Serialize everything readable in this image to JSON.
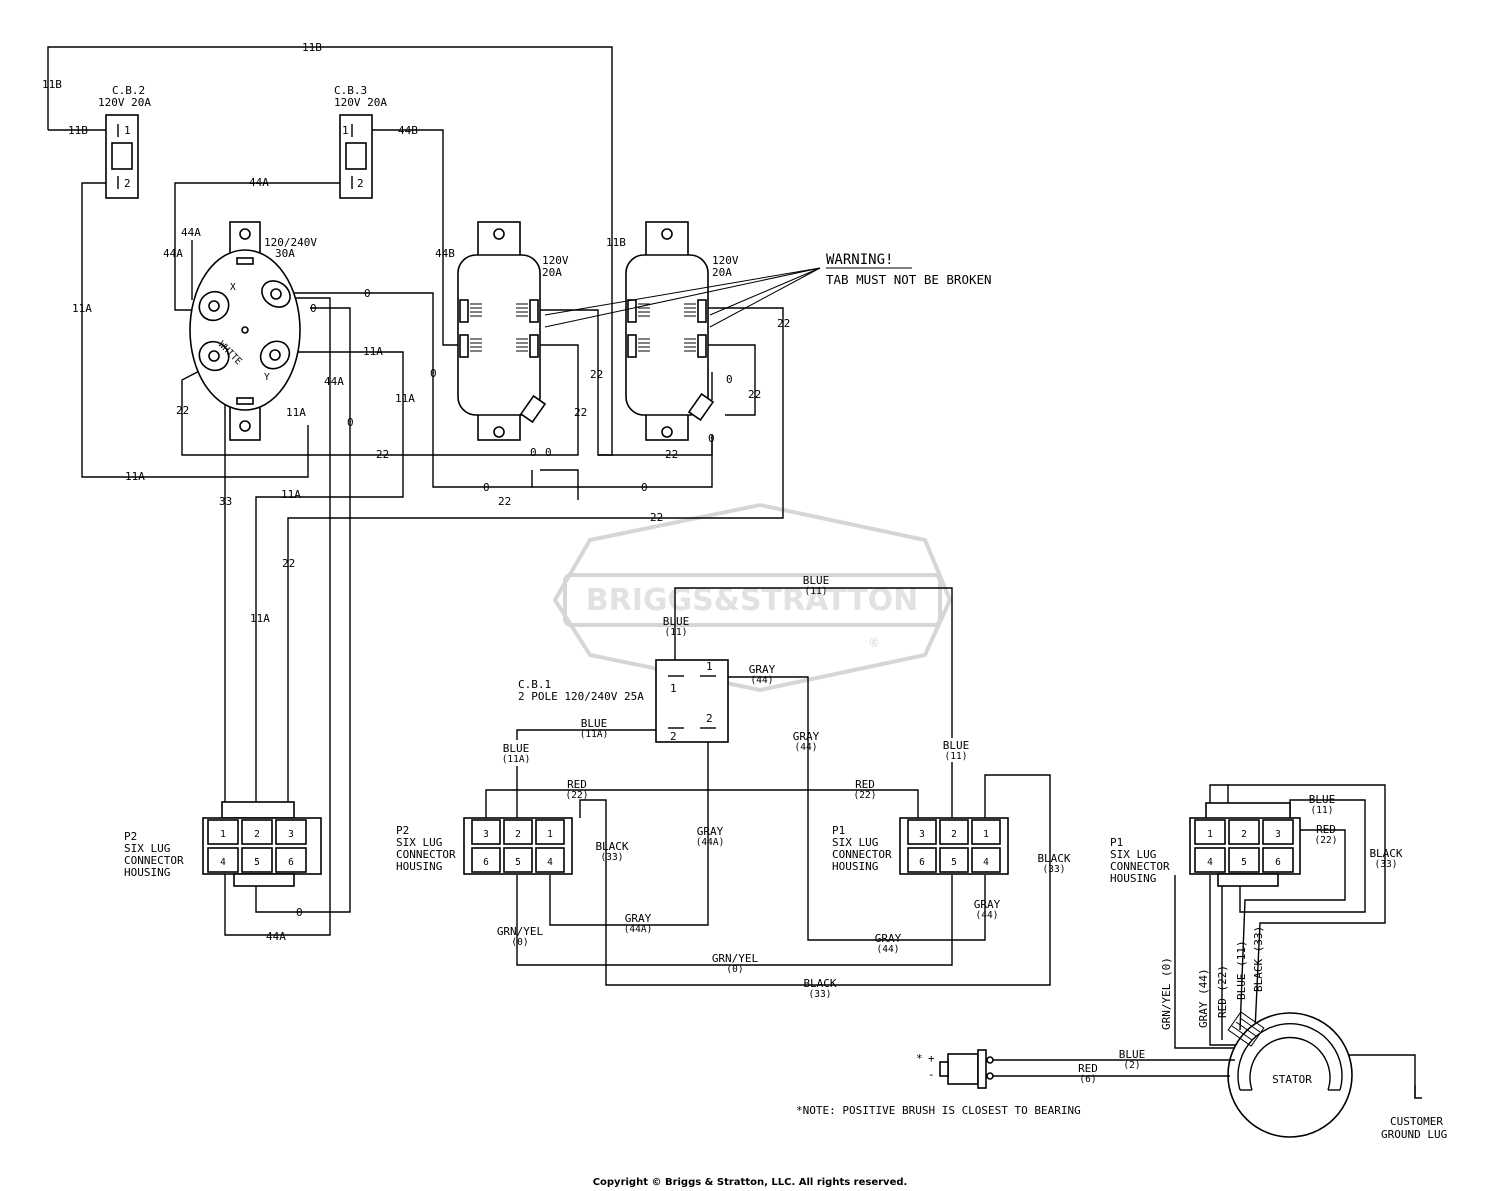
{
  "circuit_breakers": {
    "cb2": {
      "name": "C.B.2",
      "rating": "120V  20A",
      "term1": "1",
      "term2": "2"
    },
    "cb3": {
      "name": "C.B.3",
      "rating": "120V  20A",
      "term1": "1",
      "term2": "2"
    },
    "cb1": {
      "name": "C.B.1",
      "rating": "2 POLE 120/240V 25A",
      "term1": "1",
      "term2": "2"
    }
  },
  "twistlock": {
    "rating1": "120/240V",
    "rating2": "30A",
    "x_mark": "X",
    "white_mark": "WHITE",
    "y_mark": "Y"
  },
  "duplex1": {
    "rating1": "120V",
    "rating2": "20A"
  },
  "duplex2": {
    "rating1": "120V",
    "rating2": "20A"
  },
  "warning": {
    "title": "WARNING!",
    "text": "TAB MUST NOT BE BROKEN"
  },
  "watermark": {
    "text": "BRIGGS&STRATTON",
    "reg": "®"
  },
  "wire_labels": {
    "top_11b": "11B",
    "left_11b": "11B",
    "cb2_11b": "11B",
    "cb3_44b": "44B",
    "mid_44a": "44A",
    "tl_44a_a": "44A",
    "tl_44a_b": "44A",
    "left_11a": "11A",
    "tl_0_a": "0",
    "tl_0_b": "0",
    "d1_44b": "44B",
    "d2_11b": "11B",
    "tl_11a": "11A",
    "v_44a": "44A",
    "v_0": "0",
    "v_11a": "11A",
    "v_0b": "0",
    "left_22": "22",
    "tl_11a_b": "11A",
    "h_22": "22",
    "h_11a": "11A",
    "d1_22": "22",
    "d1_0": "0",
    "d1_0b": "0",
    "h_0": "0",
    "h_22b": "22",
    "d2_22a": "22",
    "d2_0": "0",
    "d2_22b": "22",
    "d2_22c": "22",
    "d2_0b": "0",
    "d2_22d": "22",
    "h_0b": "0",
    "v_33": "33",
    "h_11a_b": "11A",
    "v_22": "22",
    "v_11a_b": "11A",
    "b_0": "0",
    "b_44a": "44A"
  },
  "connectors": {
    "p2_left": {
      "name": "P2",
      "line1": "SIX LUG",
      "line2": "CONNECTOR",
      "line3": "HOUSING",
      "pins": [
        "1",
        "2",
        "3",
        "4",
        "5",
        "6"
      ]
    },
    "p2_mid": {
      "name": "P2",
      "line1": "SIX LUG",
      "line2": "CONNECTOR",
      "line3": "HOUSING",
      "pins": [
        "3",
        "2",
        "1",
        "6",
        "5",
        "4"
      ]
    },
    "p1_mid": {
      "name": "P1",
      "line1": "SIX LUG",
      "line2": "CONNECTOR",
      "line3": "HOUSING",
      "pins": [
        "3",
        "2",
        "1",
        "6",
        "5",
        "4"
      ]
    },
    "p1_right": {
      "name": "P1",
      "line1": "SIX LUG",
      "line2": "CONNECTOR",
      "line3": "HOUSING",
      "pins": [
        "1",
        "2",
        "3",
        "4",
        "5",
        "6"
      ]
    }
  },
  "color_labels": {
    "blue": "BLUE",
    "n11": "(11)",
    "gray": "GRAY",
    "n44": "(44)",
    "n11a": "(11A)",
    "red": "RED",
    "n22": "(22)",
    "black": "BLACK",
    "n33": "(33)",
    "n44a": "(44A)",
    "grnyel": "GRN/YEL",
    "n0": "(0)",
    "n2": "(2)",
    "n6": "(6)"
  },
  "stator_labels": {
    "grnyel": "GRN/YEL (0)",
    "gray": "GRAY (44)",
    "red": "RED (22)",
    "blue": "BLUE (11)",
    "black": "BLACK (33)",
    "stator": "STATOR"
  },
  "brush": {
    "star": "*",
    "plus": "+",
    "minus": "-"
  },
  "ground": {
    "line1": "CUSTOMER",
    "line2": "GROUND LUG"
  },
  "note": "*NOTE: POSITIVE BRUSH IS CLOSEST TO BEARING",
  "copyright": "Copyright © Briggs & Stratton, LLC. All rights reserved."
}
